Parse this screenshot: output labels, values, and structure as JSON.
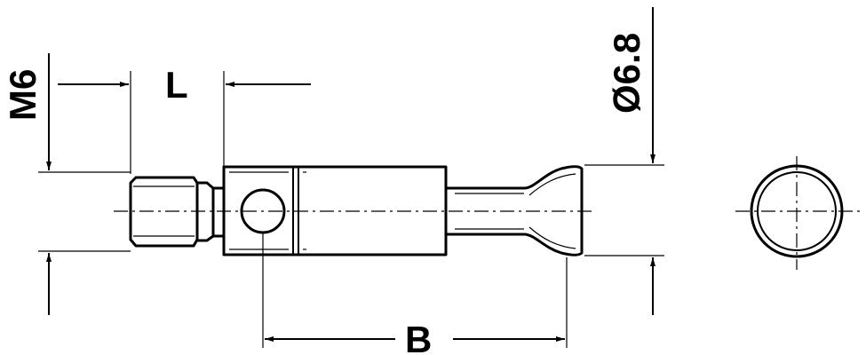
{
  "dimensions": {
    "thread": "M6",
    "length": "L",
    "diameter": "Ø6.8",
    "body": "B"
  },
  "colors": {
    "ink": "#000000",
    "background": "#ffffff"
  }
}
